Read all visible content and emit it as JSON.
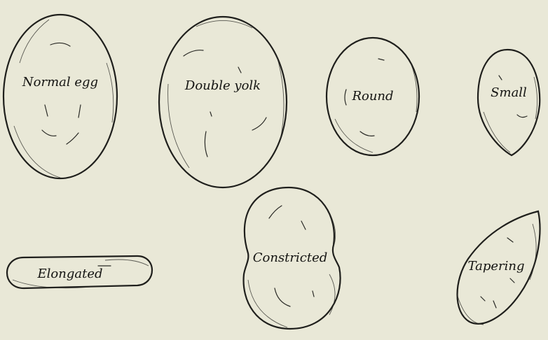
{
  "figure": {
    "eggs": [
      {
        "id": "normal",
        "label": "Normal egg"
      },
      {
        "id": "double",
        "label": "Double yolk"
      },
      {
        "id": "round",
        "label": "Round"
      },
      {
        "id": "small",
        "label": "Small"
      },
      {
        "id": "elongated",
        "label": "Elongated"
      },
      {
        "id": "constricted",
        "label": "Constricted"
      },
      {
        "id": "tapering",
        "label": "Tapering"
      }
    ]
  },
  "colors": {
    "paper": "#e9e8d7",
    "ink": "#1f1f1c"
  }
}
